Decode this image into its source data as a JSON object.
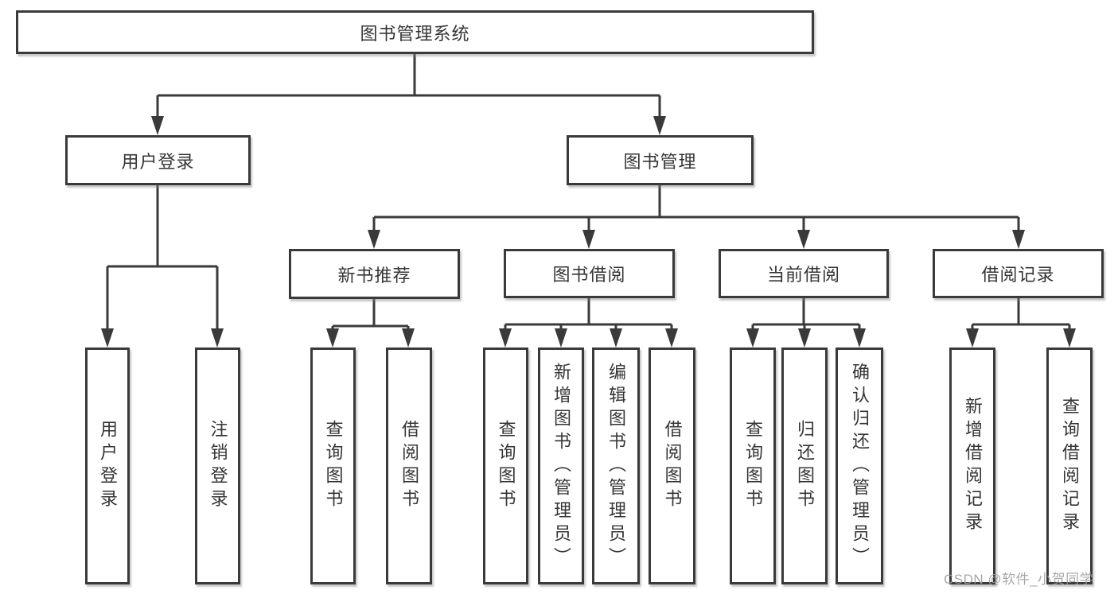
{
  "diagram": {
    "title": "图书管理系统",
    "branches": [
      {
        "label": "用户登录",
        "children": [
          {
            "label": "用户登录"
          },
          {
            "label": "注销登录"
          }
        ]
      },
      {
        "label": "图书管理",
        "children": [
          {
            "label": "新书推荐",
            "children": [
              {
                "label": "查询图书"
              },
              {
                "label": "借阅图书"
              }
            ]
          },
          {
            "label": "图书借阅",
            "children": [
              {
                "label": "查询图书"
              },
              {
                "label": "新增图书（管理员）"
              },
              {
                "label": "编辑图书（管理员）"
              },
              {
                "label": "借阅图书"
              }
            ]
          },
          {
            "label": "当前借阅",
            "children": [
              {
                "label": "查询图书"
              },
              {
                "label": "归还图书"
              },
              {
                "label": "确认归还（管理员）"
              }
            ]
          },
          {
            "label": "借阅记录",
            "children": [
              {
                "label": "新增借阅记录"
              },
              {
                "label": "查询借阅记录"
              }
            ]
          }
        ]
      }
    ]
  },
  "watermark": "CSDN @软件_小贺同学",
  "colors": {
    "line": "#3a3a3a",
    "text": "#353535",
    "watermark": "#a0a0a0",
    "background": "#ffffff"
  }
}
